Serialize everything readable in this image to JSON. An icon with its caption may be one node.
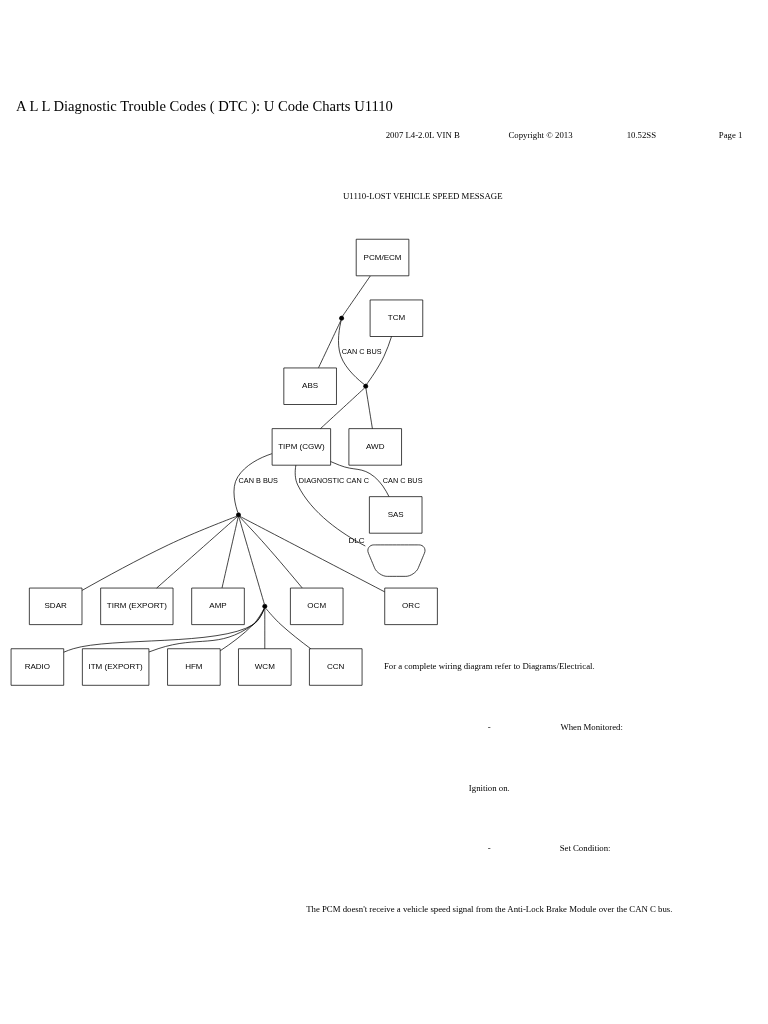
{
  "diagram": {
    "title": "A L L Diagnostic Trouble Codes ( DTC ): U Code Charts U1110",
    "nodes": [
      {
        "text": [
          "PCM/ECM"
        ]
      },
      {
        "text": [],
        "shape": "circle"
      },
      {
        "text": [
          "ABS"
        ]
      },
      {
        "text": [
          "TCM"
        ]
      },
      {
        "text": [],
        "shape": "circle"
      },
      {
        "text": [
          "AWD"
        ]
      },
      {
        "text": [
          "ORC"
        ]
      },
      {
        "text": [
          "TIRM (EXPORT)"
        ]
      },
      {
        "text": [
          "AMP"
        ]
      },
      {
        "text": [
          "CCN"
        ]
      },
      {
        "text": [
          "SAS"
        ]
      },
      {
        "text": [
          "RADIO"
        ]
      },
      {
        "text": [
          "TIPM (CGW)"
        ]
      },
      {
        "text": [],
        "shape": "circle"
      },
      {
        "text": [],
        "shape": "circle"
      },
      {
        "text": [
          "ITM (EXPORT)"
        ]
      },
      {
        "text": [
          "HFM"
        ]
      },
      {
        "text": [
          "OCM"
        ]
      },
      {
        "text": [
          "SDAR"
        ]
      },
      {
        "text": [
          "WCM"
        ]
      },
      {
        "text": [],
        "shape": "connector",
        "beside": [
          "DLC"
        ]
      }
    ],
    "edges": [
      {
        "from": 0,
        "to": 1,
        "arrow": "none"
      },
      {
        "from": 1,
        "to": 2,
        "arrow": "none"
      },
      {
        "from": 3,
        "to": 4,
        "arrow": "none"
      },
      {
        "from": 4,
        "to": 5,
        "arrow": "none"
      },
      {
        "from": 1,
        "to": 4,
        "arrow": "none",
        "label": "CAN C BUS"
      },
      {
        "from": 4,
        "to": 12,
        "arrow": "none"
      },
      {
        "from": 12,
        "to": 10,
        "arrow": "none",
        "label": "CAN C BUS"
      },
      {
        "from": 12,
        "to": 13,
        "arrow": "none",
        "label": "CAN B BUS"
      },
      {
        "from": 13,
        "to": 14,
        "arrow": "none"
      },
      {
        "from": 13,
        "to": 6,
        "arrow": "none"
      },
      {
        "from": 13,
        "to": 7,
        "arrow": "none"
      },
      {
        "from": 13,
        "to": 8,
        "arrow": "none"
      },
      {
        "from": 13,
        "to": 17,
        "arrow": "none"
      },
      {
        "from": 13,
        "to": 18,
        "arrow": "none"
      },
      {
        "from": 14,
        "to": 9,
        "arrow": "none"
      },
      {
        "from": 14,
        "to": 11,
        "arrow": "none"
      },
      {
        "from": 14,
        "to": 15,
        "arrow": "none"
      },
      {
        "from": 14,
        "to": 16,
        "arrow": "none"
      },
      {
        "from": 14,
        "to": 19,
        "arrow": "none"
      },
      {
        "from": 12,
        "to": 20,
        "arrow": "none",
        "label": "DIAGNOSTIC CAN C"
      }
    ],
    "labels": [
      "2007 L4-2.0L VIN B",
      "Copyright © 2013",
      "10.52SS",
      "Page 1",
      "U1110-LOST VEHICLE SPEED MESSAGE",
      "For a complete wiring diagram refer to Diagrams/Electrical.",
      "-",
      "When Monitored:",
      "Ignition on.",
      "-",
      "Set Condition:",
      "The PCM doesn't receive a vehicle speed signal from the Anti-Lock Brake Module over the CAN C bus."
    ]
  }
}
